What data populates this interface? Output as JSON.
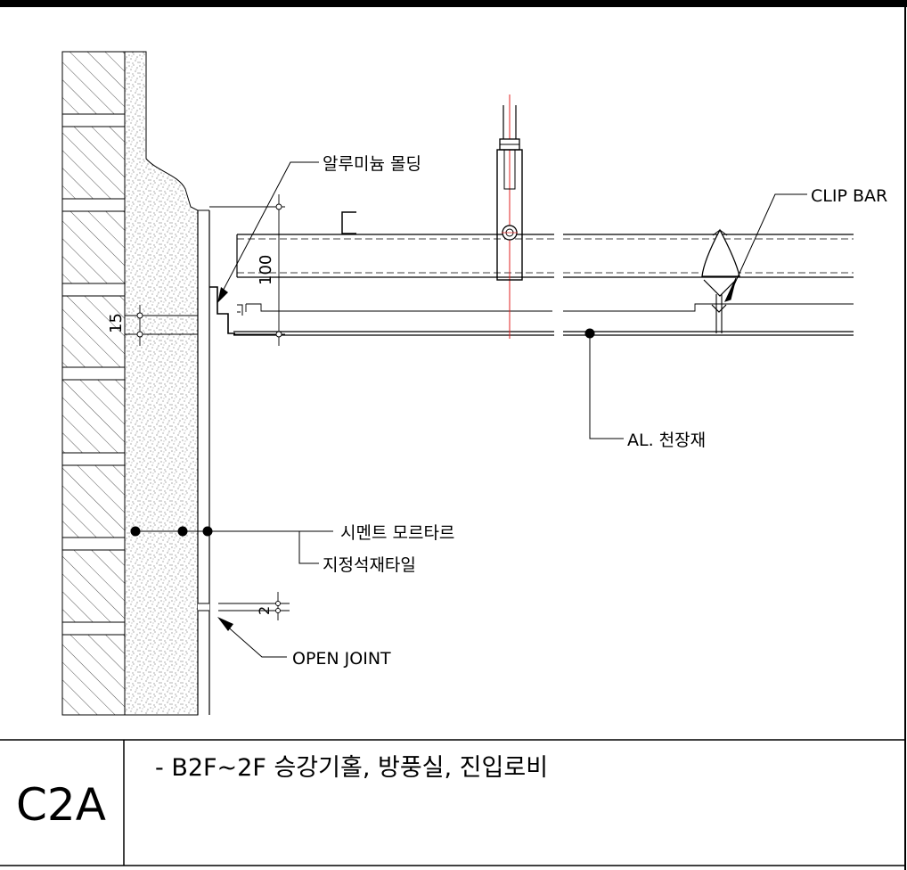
{
  "labels": {
    "aluminum_molding": "알루미늄 몰딩",
    "clip_bar": "CLIP BAR",
    "al_ceiling": "AL. 천장재",
    "cement_mortar": "시멘트 모르타르",
    "stone_tile": "지정석재타일",
    "open_joint": "OPEN JOINT"
  },
  "dimensions": {
    "height_100": "100",
    "height_15": "15",
    "gap_2": "2"
  },
  "title_block": {
    "code": "C2A",
    "description": "- B2F~2F 승강기홀, 방풍실, 진입로비"
  },
  "colors": {
    "line": "#000000",
    "centerline": "#e02020",
    "hatch": "#555555"
  }
}
